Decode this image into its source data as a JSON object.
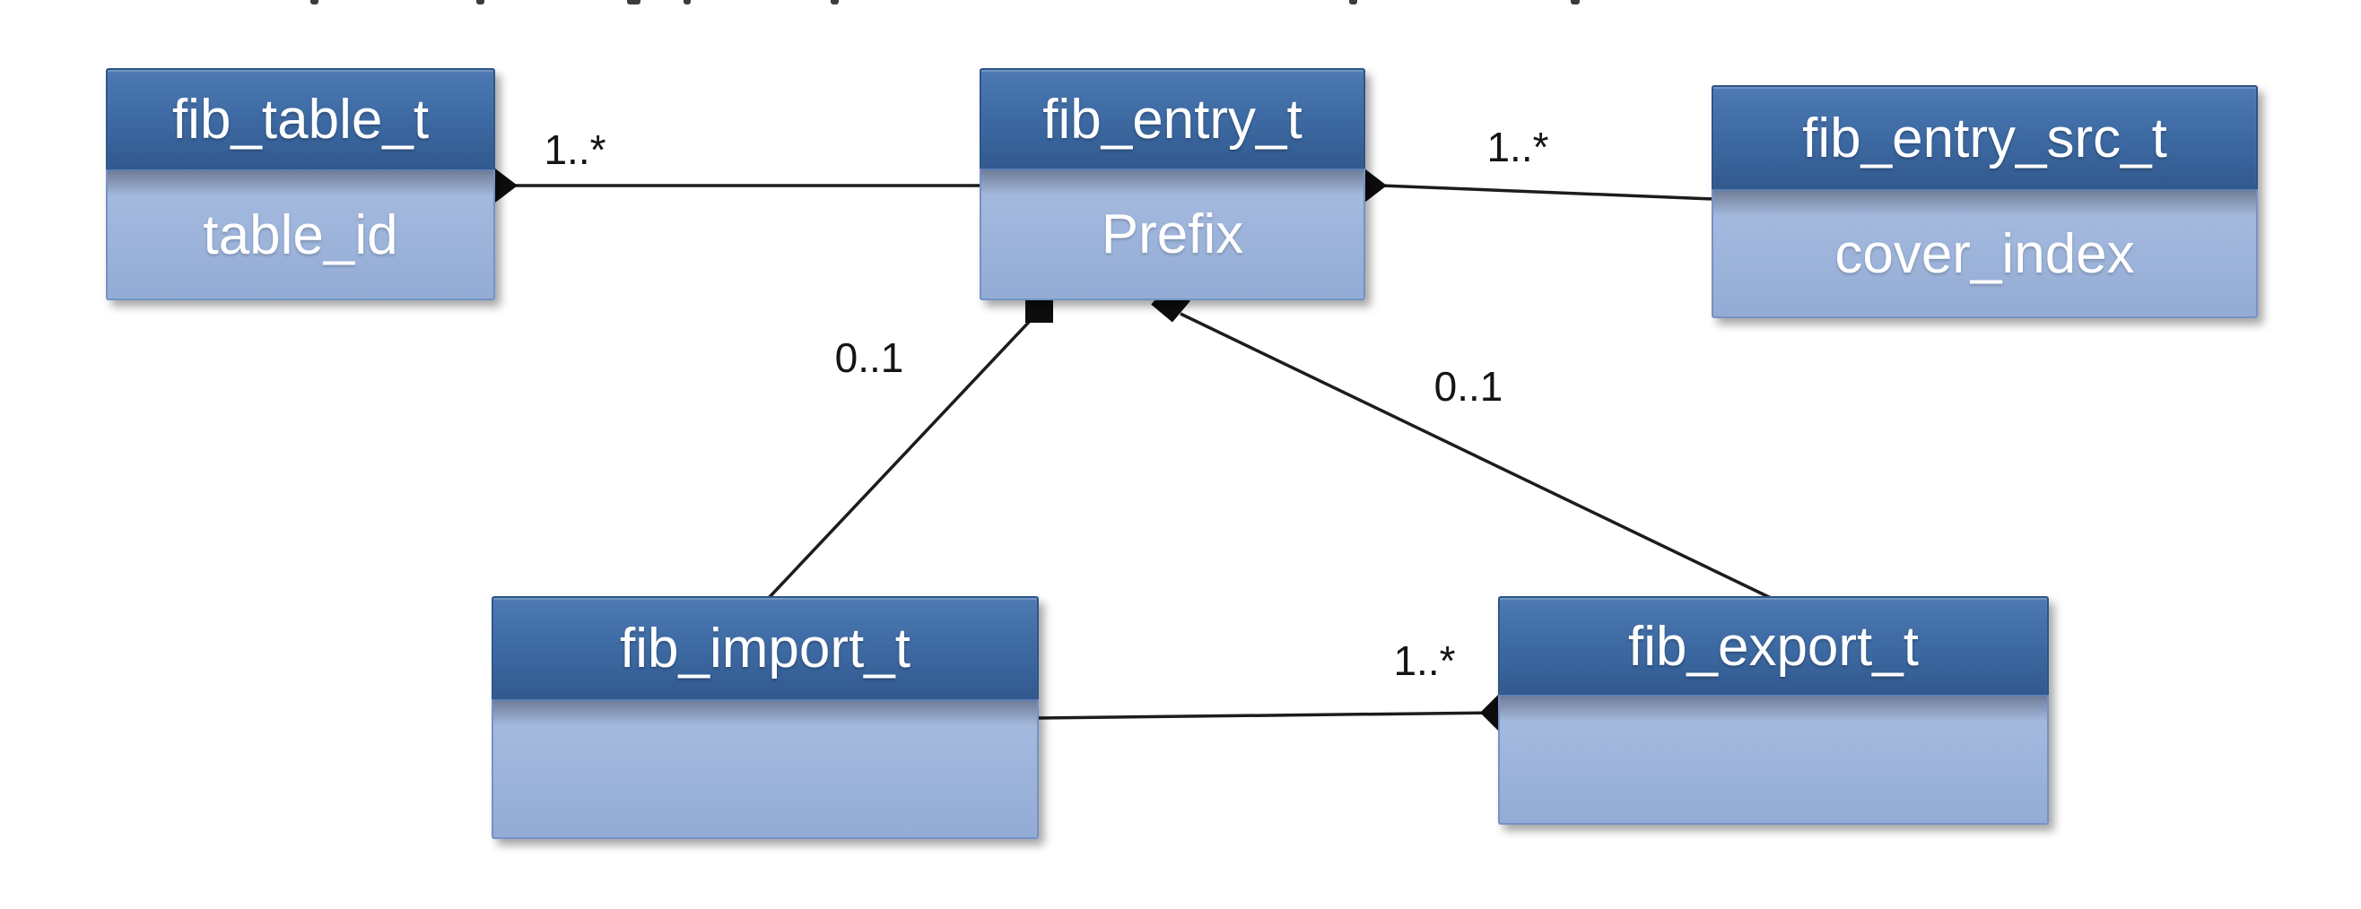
{
  "diagram": {
    "type": "uml-class-diagram",
    "entities": [
      {
        "id": "fib_table_t",
        "name": "fib_table_t",
        "attribute": "table_id"
      },
      {
        "id": "fib_entry_t",
        "name": "fib_entry_t",
        "attribute": "Prefix"
      },
      {
        "id": "fib_entry_src_t",
        "name": "fib_entry_src_t",
        "attribute": "cover_index"
      },
      {
        "id": "fib_import_t",
        "name": "fib_import_t",
        "attribute": ""
      },
      {
        "id": "fib_export_t",
        "name": "fib_export_t",
        "attribute": ""
      }
    ],
    "relationships": [
      {
        "from": "fib_table_t",
        "to": "fib_entry_t",
        "type": "composition-diamond",
        "multiplicity": "1..*"
      },
      {
        "from": "fib_entry_t",
        "to": "fib_entry_src_t",
        "type": "composition-diamond",
        "multiplicity": "1..*"
      },
      {
        "from": "fib_entry_t",
        "to": "fib_import_t",
        "type": "composition-square",
        "multiplicity": "0..1"
      },
      {
        "from": "fib_entry_t",
        "to": "fib_export_t",
        "type": "composition-square",
        "multiplicity": "0..1"
      },
      {
        "from": "fib_export_t",
        "to": "fib_import_t",
        "type": "composition-diamond",
        "multiplicity": "1..*"
      }
    ],
    "colors": {
      "header_top": "#4e7ab4",
      "header_bottom": "#31598e",
      "body_top": "#a8bce0",
      "body_bottom": "#93acd5",
      "body_border": "#7492c6",
      "line": "#1c1c1c",
      "label_text": "#141414",
      "title_text": "#ffffff"
    }
  }
}
